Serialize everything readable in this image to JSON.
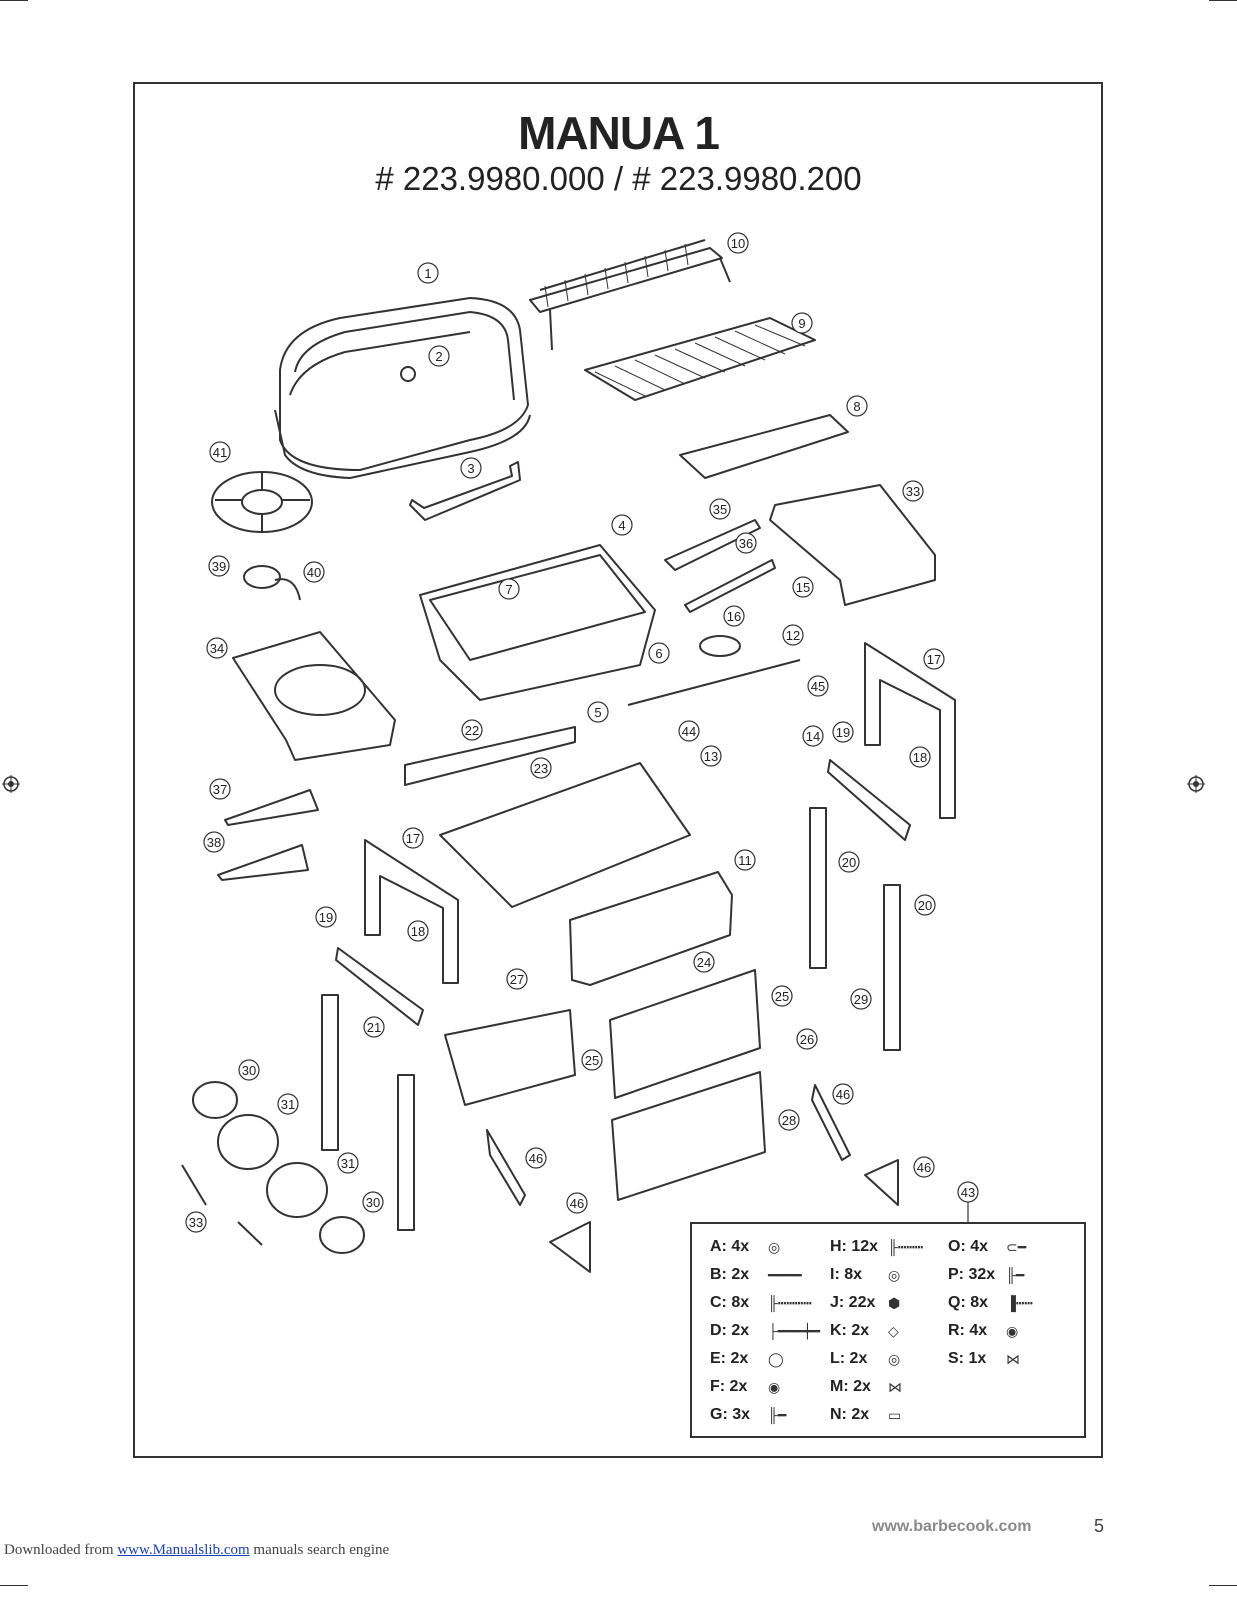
{
  "header": {
    "title": "MANUA 1",
    "model_numbers": "# 223.9980.000 / # 223.9980.200"
  },
  "part_callouts": [
    "1",
    "2",
    "3",
    "4",
    "5",
    "6",
    "7",
    "8",
    "9",
    "10",
    "11",
    "12",
    "13",
    "14",
    "15",
    "16",
    "17",
    "17",
    "18",
    "18",
    "19",
    "19",
    "20",
    "20",
    "21",
    "22",
    "23",
    "24",
    "25",
    "25",
    "26",
    "27",
    "28",
    "29",
    "30",
    "30",
    "31",
    "31",
    "33",
    "33",
    "34",
    "35",
    "36",
    "37",
    "38",
    "39",
    "40",
    "41",
    "43",
    "44",
    "45",
    "46",
    "46",
    "46",
    "46"
  ],
  "hardware": {
    "callout": "43",
    "items": [
      {
        "count": "A: 4x",
        "icon": "small-washer-icon"
      },
      {
        "count": "B: 2x",
        "icon": "long-pin-icon"
      },
      {
        "count": "C: 8x",
        "icon": "long-bolt-icon"
      },
      {
        "count": "D: 2x",
        "icon": "axle-bolt-icon"
      },
      {
        "count": "E: 2x",
        "icon": "washer-icon"
      },
      {
        "count": "F: 2x",
        "icon": "nut-icon"
      },
      {
        "count": "G: 3x",
        "icon": "short-screw-icon"
      },
      {
        "count": "H: 12x",
        "icon": "bolt-icon"
      },
      {
        "count": "I: 8x",
        "icon": "flat-washer-icon"
      },
      {
        "count": "J: 22x",
        "icon": "hex-nut-icon"
      },
      {
        "count": "K: 2x",
        "icon": "plate-icon"
      },
      {
        "count": "L: 2x",
        "icon": "large-washer-icon"
      },
      {
        "count": "M: 2x",
        "icon": "wing-nut-icon"
      },
      {
        "count": "N: 2x",
        "icon": "spacer-tube-icon"
      },
      {
        "count": "O: 4x",
        "icon": "cotter-pin-icon"
      },
      {
        "count": "P: 32x",
        "icon": "small-screw-icon"
      },
      {
        "count": "Q: 8x",
        "icon": "thumb-screw-icon"
      },
      {
        "count": "R: 4x",
        "icon": "lock-nut-icon"
      },
      {
        "count": "S: 1x",
        "icon": "wing-nut-small-icon"
      }
    ]
  },
  "footer": {
    "website": "www.barbecook.com",
    "page_number": "5",
    "download_prefix": "Downloaded from",
    "download_link": "www.Manualslib.com",
    "download_suffix": "manuals search engine"
  }
}
